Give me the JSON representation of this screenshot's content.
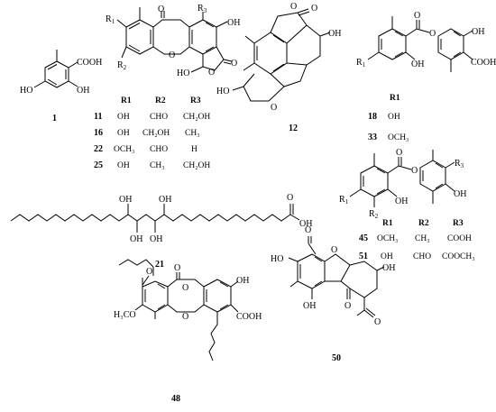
{
  "compounds": [
    {
      "number": "1",
      "atoms": {
        "acid": "COOH",
        "oh_left": "HO",
        "oh_right": "OH"
      }
    },
    {
      "number": "11",
      "atoms": {
        "o_lactone": "O",
        "o_ether": "O",
        "o_furan": "O",
        "o_carbonyl": "O",
        "oh_top": "OH",
        "oh_lactol": "HO"
      },
      "substituent_labels": {
        "r1": "R",
        "r2": "R",
        "r3": "R",
        "r1_sub": "1",
        "r2_sub": "2",
        "r3_sub": "3"
      }
    },
    {
      "number": "12",
      "atoms": {
        "o_lactone": "O",
        "o_carbonyl": "O",
        "oh_right": "OH",
        "oh_left": "HO",
        "o_furan": "O"
      }
    },
    {
      "number": "18",
      "atoms": {
        "o_carbonyl": "O",
        "o_ester": "O",
        "oh_top": "OH",
        "oh_mid": "OH",
        "acid": "COOH"
      },
      "substituent_labels": {
        "r1": "R",
        "r1_sub": "1"
      }
    },
    {
      "number": "21",
      "atoms": {
        "oh_1": "OH",
        "oh_2": "OH",
        "oh_3": "OH",
        "oh_4": "OH",
        "o_acid": "O",
        "oh_acid": "OH"
      }
    },
    {
      "number": "45",
      "atoms": {
        "o_carbonyl": "O",
        "o_ester": "O",
        "oh_mid": "OH",
        "oh_right": "OH"
      },
      "substituent_labels": {
        "r1": "R",
        "r2": "R",
        "r3": "R",
        "r1_sub": "1",
        "r2_sub": "2",
        "r3_sub": "3"
      }
    },
    {
      "number": "48",
      "atoms": {
        "o_ketone": "O",
        "o_lactone": "O",
        "o_ring1": "O",
        "o_ring2": "O",
        "methoxy": "H₃CO",
        "oh_right": "OH",
        "acid": "COOH"
      }
    },
    {
      "number": "50",
      "atoms": {
        "o_acetyl1": "O",
        "o_furan": "O",
        "oh_left": "HO",
        "oh_bottom": "OH",
        "o_ketone": "O",
        "oh_right": "OH",
        "o_acetyl2": "O"
      }
    }
  ],
  "tables": {
    "t11": {
      "headers": [
        "R1",
        "R2",
        "R3"
      ],
      "rows": [
        {
          "id": "11",
          "r1": "OH",
          "r2": "CHO",
          "r3": "CH₂OH"
        },
        {
          "id": "16",
          "r1": "OH",
          "r2": "CH₂OH",
          "r3": "CH₃"
        },
        {
          "id": "22",
          "r1": "OCH₃",
          "r2": "CHO",
          "r3": "H"
        },
        {
          "id": "25",
          "r1": "OH",
          "r2": "CH₃",
          "r3": "CH₂OH"
        }
      ]
    },
    "t18": {
      "headers": [
        "R1"
      ],
      "rows": [
        {
          "id": "18",
          "r1": "OH"
        },
        {
          "id": "33",
          "r1": "OCH₃"
        }
      ]
    },
    "t45": {
      "headers": [
        "R1",
        "R2",
        "R3"
      ],
      "rows": [
        {
          "id": "45",
          "r1": "OCH₃",
          "r2": "CH₃",
          "r3": "COOH"
        },
        {
          "id": "51",
          "r1": "OH",
          "r2": "CHO",
          "r3": "COOCH₃"
        }
      ]
    }
  }
}
